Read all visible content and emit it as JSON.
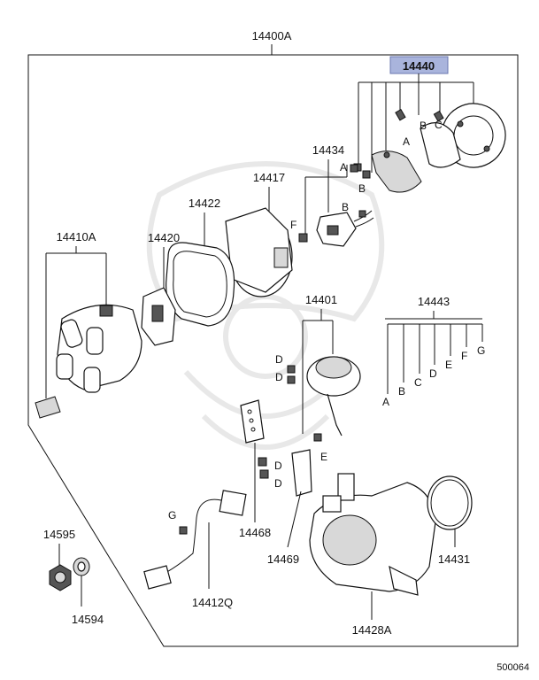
{
  "assembly_label": "14400A",
  "highlighted_label": "14440",
  "highlight_color": "#a9b4dc",
  "diagram_code": "500064",
  "parts": {
    "p14410A": "14410A",
    "p14420": "14420",
    "p14422": "14422",
    "p14417": "14417",
    "p14434": "14434",
    "p14401": "14401",
    "p14443": "14443",
    "p14468": "14468",
    "p14469": "14469",
    "p14431": "14431",
    "p14412Q": "14412Q",
    "p14428A": "14428A",
    "p14595": "14595",
    "p14594": "14594"
  },
  "letters": {
    "l14440_a": "A",
    "l14440_b": "B",
    "l14440_c": "C",
    "l14434_a": "A",
    "l14434_b": "B",
    "l14434_b2": "B",
    "l14434_f": "F",
    "l14401_d1": "D",
    "l14401_d2": "D",
    "l14401_e": "E",
    "l14469_d1": "D",
    "l14469_d2": "D",
    "l14412_g": "G",
    "l14443_a": "A",
    "l14443_b": "B",
    "l14443_c": "C",
    "l14443_d": "D",
    "l14443_e": "E",
    "l14443_f": "F",
    "l14443_g": "G"
  },
  "icons": {
    "watermark": "samurai-helmet-watermark-icon"
  }
}
